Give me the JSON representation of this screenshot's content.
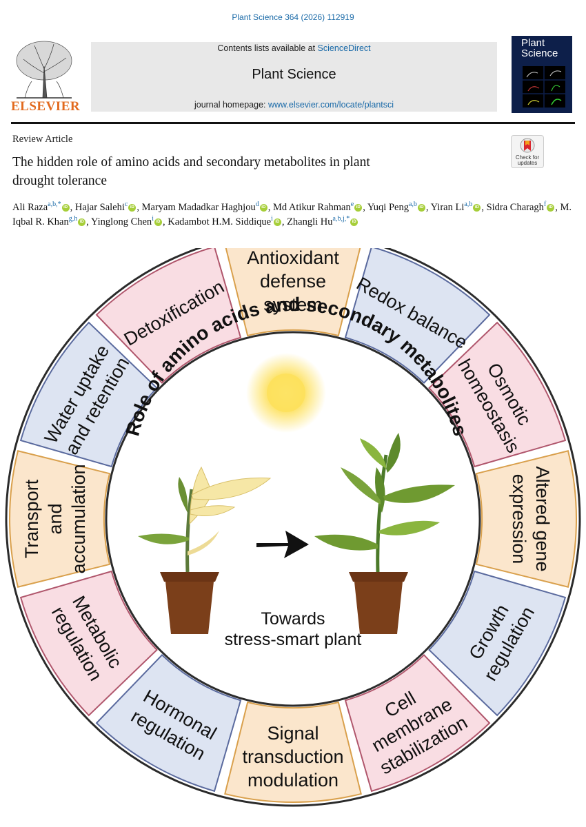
{
  "citation": "Plant Science 364 (2026) 112919",
  "publisher": {
    "name": "ELSEVIER"
  },
  "header": {
    "contents_prefix": "Contents lists available at ",
    "contents_link": "ScienceDirect",
    "journal_title": "Plant Science",
    "homepage_prefix": "journal homepage: ",
    "homepage_link": "www.elsevier.com/locate/plantsci"
  },
  "cover": {
    "title_line1": "Plant",
    "title_line2": "Science"
  },
  "check_updates": {
    "label_line1": "Check for",
    "label_line2": "updates"
  },
  "article": {
    "type": "Review Article",
    "title_line1": "The hidden role of amino acids and secondary metabolites in plant",
    "title_line2": "drought tolerance"
  },
  "authors": [
    {
      "name": "Ali Raza",
      "aff": "a,b,*"
    },
    {
      "name": "Hajar Salehi",
      "aff": "c"
    },
    {
      "name": "Maryam Madadkar Haghjou",
      "aff": "d"
    },
    {
      "name": "Md Atikur Rahman",
      "aff": "e"
    },
    {
      "name": "Yuqi Peng",
      "aff": "a,b"
    },
    {
      "name": "Yiran Li",
      "aff": "a,b"
    },
    {
      "name": "Sidra Charagh",
      "aff": "f"
    },
    {
      "name": "M. Iqbal R. Khan",
      "aff": "g,h"
    },
    {
      "name": "Yinglong Chen",
      "aff": "i"
    },
    {
      "name": "Kadambot H.M. Siddique",
      "aff": "i"
    },
    {
      "name": "Zhangli Hu",
      "aff": "a,b,j,*"
    }
  ],
  "graphic": {
    "center_title": "Role of amino acids and secondary metabolites",
    "center_caption_line1": "Towards",
    "center_caption_line2": "stress-smart plant",
    "segments": [
      {
        "lines": [
          "Antioxidant",
          "defense",
          "system"
        ],
        "color": "#fbe6cc",
        "stroke": "#d9a04c"
      },
      {
        "lines": [
          "Redox balance"
        ],
        "color": "#dde4f2",
        "stroke": "#5a6a9e"
      },
      {
        "lines": [
          "Osmotic",
          "homeostasis"
        ],
        "color": "#f9dde3",
        "stroke": "#b0566c"
      },
      {
        "lines": [
          "Altered gene",
          "expression"
        ],
        "color": "#fbe6cc",
        "stroke": "#d9a04c"
      },
      {
        "lines": [
          "Growth",
          "regulation"
        ],
        "color": "#dde4f2",
        "stroke": "#5a6a9e"
      },
      {
        "lines": [
          "Cell",
          "membrane",
          "stabilization"
        ],
        "color": "#f9dde3",
        "stroke": "#b0566c"
      },
      {
        "lines": [
          "Signal",
          "transduction",
          "modulation"
        ],
        "color": "#fbe6cc",
        "stroke": "#d9a04c"
      },
      {
        "lines": [
          "Hormonal",
          "regulation"
        ],
        "color": "#dde4f2",
        "stroke": "#5a6a9e"
      },
      {
        "lines": [
          "Metabolic",
          "regulation"
        ],
        "color": "#f9dde3",
        "stroke": "#b0566c"
      },
      {
        "lines": [
          "Transport",
          "and",
          "accumulation"
        ],
        "color": "#fbe6cc",
        "stroke": "#d9a04c"
      },
      {
        "lines": [
          "Water uptake",
          "and retention"
        ],
        "color": "#dde4f2",
        "stroke": "#5a6a9e"
      },
      {
        "lines": [
          "Detoxification"
        ],
        "color": "#f9dde3",
        "stroke": "#b0566c"
      }
    ]
  }
}
